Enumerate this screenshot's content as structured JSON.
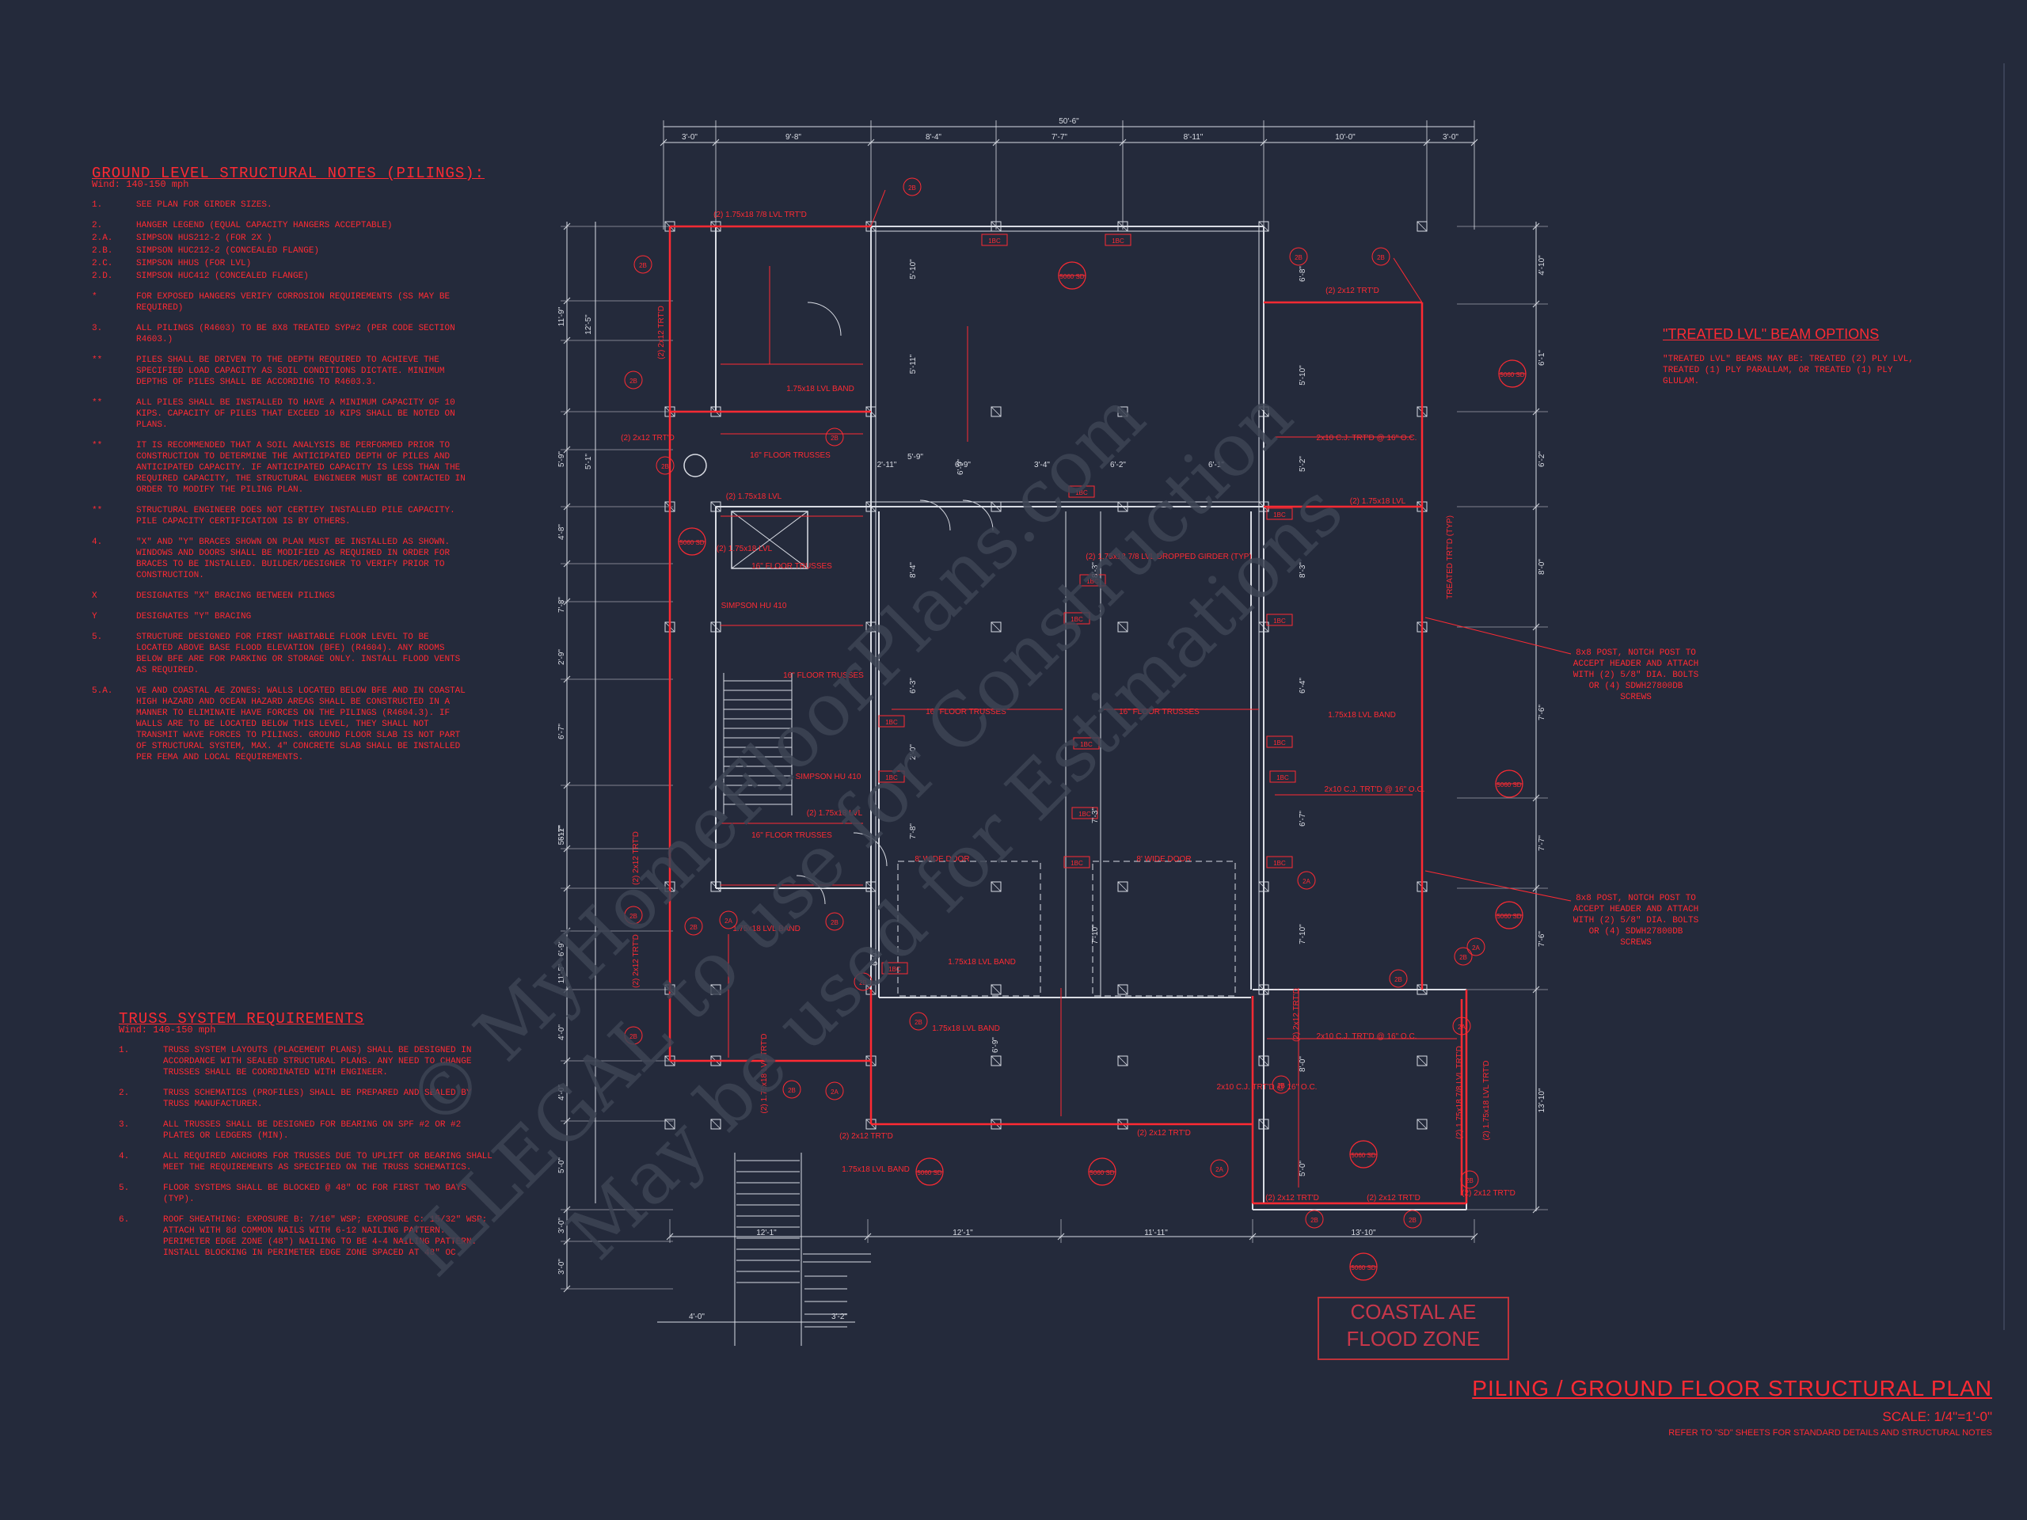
{
  "colors": {
    "background": "#242a3b",
    "red": "#ff2a33",
    "white_lines": "#d9dce4",
    "watermark": "#3d4455"
  },
  "ground_notes": {
    "title": "GROUND LEVEL STRUCTURAL NOTES (PILINGS):",
    "wind": "Wind: 140-150 mph",
    "items": [
      {
        "num": "1.",
        "text": "SEE PLAN FOR GIRDER SIZES."
      },
      {
        "num": "2.",
        "text": "HANGER LEGEND (EQUAL CAPACITY HANGERS ACCEPTABLE)"
      },
      {
        "num": "2.A.",
        "text": "SIMPSON HUS212-2 (FOR 2X )"
      },
      {
        "num": "2.B.",
        "text": "SIMPSON HUC212-2 (CONCEALED FLANGE)"
      },
      {
        "num": "2.C.",
        "text": "SIMPSON HHUS (FOR LVL)"
      },
      {
        "num": "2.D.",
        "text": "SIMPSON HUC412 (CONCEALED FLANGE)"
      },
      {
        "num": "*",
        "text": "FOR EXPOSED HANGERS VERIFY CORROSION REQUIREMENTS (SS MAY BE REQUIRED)"
      },
      {
        "num": "3.",
        "text": "ALL PILINGS (R4603) TO BE 8X8 TREATED SYP#2 (PER CODE SECTION R4603.)"
      },
      {
        "num": "**",
        "text": "PILES SHALL BE DRIVEN TO THE DEPTH REQUIRED TO ACHIEVE THE SPECIFIED LOAD CAPACITY AS SOIL CONDITIONS DICTATE. MINIMUM DEPTHS OF PILES SHALL BE ACCORDING TO R4603.3."
      },
      {
        "num": "**",
        "text": "ALL PILES SHALL BE INSTALLED TO HAVE A MINIMUM CAPACITY OF 10 KIPS. CAPACITY OF PILES THAT EXCEED 10 KIPS SHALL BE NOTED ON PLANS."
      },
      {
        "num": "**",
        "text": "IT IS RECOMMENDED THAT A SOIL ANALYSIS BE PERFORMED PRIOR TO CONSTRUCTION TO DETERMINE THE ANTICIPATED DEPTH OF PILES AND ANTICIPATED CAPACITY. IF ANTICIPATED CAPACITY IS LESS THAN THE REQUIRED CAPACITY, THE STRUCTURAL ENGINEER MUST BE CONTACTED IN ORDER TO MODIFY THE PILING PLAN."
      },
      {
        "num": "**",
        "text": "STRUCTURAL ENGINEER DOES NOT CERTIFY INSTALLED PILE CAPACITY. PILE CAPACITY CERTIFICATION IS BY OTHERS."
      },
      {
        "num": "4.",
        "text": "\"X\" AND \"Y\" BRACES SHOWN ON PLAN MUST BE INSTALLED AS SHOWN. WINDOWS AND DOORS SHALL BE MODIFIED AS REQUIRED IN ORDER FOR BRACES TO BE INSTALLED. BUILDER/DESIGNER TO VERIFY PRIOR TO CONSTRUCTION."
      },
      {
        "num": "X",
        "text": "DESIGNATES \"X\" BRACING BETWEEN PILINGS"
      },
      {
        "num": "Y",
        "text": "DESIGNATES \"Y\" BRACING"
      },
      {
        "num": "5.",
        "text": "STRUCTURE DESIGNED FOR FIRST HABITABLE FLOOR LEVEL TO BE LOCATED ABOVE BASE FLOOD ELEVATION (BFE) (R4604). ANY ROOMS BELOW BFE ARE FOR PARKING OR STORAGE ONLY. INSTALL FLOOD VENTS AS REQUIRED."
      },
      {
        "num": "5.A.",
        "text": "VE AND COASTAL AE ZONES: WALLS LOCATED BELOW BFE AND IN COASTAL HIGH HAZARD AND OCEAN HAZARD AREAS SHALL BE CONSTRUCTED IN A MANNER TO ELIMINATE HAVE FORCES ON THE PILINGS (R4604.3). IF WALLS ARE TO BE LOCATED BELOW THIS LEVEL, THEY SHALL NOT TRANSMIT WAVE FORCES TO PILINGS. GROUND FLOOR SLAB IS NOT PART OF STRUCTURAL SYSTEM, MAX. 4\" CONCRETE SLAB SHALL BE INSTALLED PER FEMA AND LOCAL REQUIREMENTS."
      }
    ]
  },
  "truss_notes": {
    "title": "TRUSS SYSTEM REQUIREMENTS",
    "wind": "Wind: 140-150 mph",
    "items": [
      {
        "num": "1.",
        "text": "TRUSS SYSTEM LAYOUTS (PLACEMENT PLANS) SHALL BE DESIGNED IN ACCORDANCE WITH SEALED STRUCTURAL PLANS. ANY NEED TO CHANGE TRUSSES SHALL BE COORDINATED WITH ENGINEER."
      },
      {
        "num": "2.",
        "text": "TRUSS SCHEMATICS (PROFILES) SHALL BE PREPARED AND SEALED BY TRUSS MANUFACTURER."
      },
      {
        "num": "3.",
        "text": "ALL TRUSSES SHALL BE DESIGNED FOR BEARING ON SPF #2 OR #2 PLATES OR LEDGERS (MIN)."
      },
      {
        "num": "4.",
        "text": "ALL REQUIRED ANCHORS FOR TRUSSES DUE TO UPLIFT OR BEARING SHALL MEET THE REQUIREMENTS AS SPECIFIED ON THE TRUSS SCHEMATICS."
      },
      {
        "num": "5.",
        "text": "FLOOR SYSTEMS SHALL BE BLOCKED @ 48\" OC FOR FIRST TWO BAYS (TYP)."
      },
      {
        "num": "6.",
        "text": "ROOF SHEATHING: EXPOSURE B: 7/16\" WSP; EXPOSURE C: 15/32\" WSP; ATTACH WITH 8d COMMON NAILS WITH 6-12 NAILING PATTERN. PERIMETER EDGE ZONE (48\") NAILING TO BE 4-4 NAILING PATTERN. INSTALL BLOCKING IN PERIMETER EDGE ZONE SPACED AT 48\" OC."
      }
    ]
  },
  "lvl_options": {
    "title": "\"TREATED LVL\" BEAM OPTIONS",
    "text": "\"TREATED LVL\" BEAMS MAY BE: TREATED (2) PLY LVL, TREATED (1) PLY PARALLAM, OR TREATED (1) PLY GLULAM."
  },
  "callouts": {
    "post_notch_1": "8x8 POST, NOTCH POST TO ACCEPT HEADER AND ATTACH WITH (2) 5/8\" DIA. BOLTS OR (4) SDWH27800DB SCREWS",
    "post_notch_2": "8x8 POST, NOTCH POST TO ACCEPT HEADER AND ATTACH WITH (2) 5/8\" DIA. BOLTS OR (4) SDWH27800DB SCREWS"
  },
  "flood_zone": {
    "line1": "COASTAL AE",
    "line2": "FLOOD ZONE"
  },
  "title_block": {
    "title": "PILING / GROUND FLOOR STRUCTURAL PLAN",
    "scale": "SCALE: 1/4\"=1'-0\"",
    "ref": "REFER TO \"SD\" SHEETS FOR STANDARD DETAILS AND STRUCTURAL NOTES"
  },
  "watermark": {
    "line1": "© MyHomeFloorPlans.com",
    "line2": "ILLEGAL to use for Construction",
    "line3": "May be used for Estimations"
  },
  "dims_top": {
    "overall": "50'-6\"",
    "segments": [
      "3'-0\"",
      "9'-8\"",
      "8'-4\"",
      "7'-7\"",
      "8'-11\"",
      "10'-0\"",
      "3'-0\""
    ]
  },
  "dims_bottom": [
    "12'-1\"",
    "12'-1\"",
    "11'-11\"",
    "13'-10\"",
    "4'-0\"",
    "3'-2\""
  ],
  "dims_left": [
    "11'-9\"",
    "12'-5\"",
    "5'-9\"",
    "5'-1\"",
    "4'-8\"",
    "7'-8\"",
    "2'-9\"",
    "6'-7\"",
    "6'-7\"",
    "5'-11\"",
    "6'-9\"",
    "11'-5\"",
    "4'-0\"",
    "4'-0\"",
    "5'-0\"",
    "3'-0\"",
    "3'-0\""
  ],
  "dims_right": [
    "4'-10\"",
    "6'-1\"",
    "6'-2\"",
    "8'-0\"",
    "7'-6\"",
    "7'-7\"",
    "7'-6\"",
    "13'-10\""
  ],
  "dims_interior": [
    "5'-10\"",
    "5'-11\"",
    "6'-9\"",
    "5'-9\"",
    "2'-11\"",
    "6'-9\"",
    "3'-4\"",
    "6'-2\"",
    "6'-1\"",
    "8'-4\"",
    "8'-3\"",
    "6'-3\"",
    "2'-0\"",
    "7'-8\"",
    "7'-3\"",
    "7'-10\"",
    "6'-8\"",
    "5'-10\"",
    "5'-2\"",
    "8'-3\"",
    "6'-4\"",
    "6'-7\"",
    "7'-10\"",
    "8'-0\"",
    "6'-9\"",
    "5'-0\"",
    "6'-9\""
  ],
  "plan_labels": [
    "(2) 1.75x18 7/8 LVL TRT'D",
    "(2) 2x12 TRT'D",
    "1.75x18 LVL BAND",
    "(2) 2x12 TRT'D",
    "16\" FLOOR TRUSSES",
    "(2) 1.75x18 LVL",
    "(2) 1.75x18 LVL",
    "SIMPSON HU 410",
    "16\" FLOOR TRUSSES",
    "SIMPSON HU 410",
    "(2) 1.75x18 LVL",
    "16\" FLOOR TRUSSES",
    "1.75x18 LVL BAND",
    "(2) 2x12 TRT'D",
    "(2) 2x12 TRT'D",
    "(2) 1.75x18 LVL TRT'D",
    "2x10 C.J. TRT'D @ 16\" O.C.",
    "(2) 1.75x18 LVL",
    "1.75x18 LVL BAND",
    "(2) 2x12 TRT'D",
    "(2) 2x12 TRT'D",
    "16\" FLOOR TRUSSES",
    "16\" FLOOR TRUSSES",
    "16\" FLOOR TRUSSES",
    "(2) 1.75x18 7/8 LVL DROPPED GIRDER (TYP)",
    "2x10 C.J. TRT'D @ 16\" O.C.",
    "(2) 2x12 TRT'D",
    "2x10 C.J. TRT'D @ 16\" O.C.",
    "1.75x18 LVL BAND",
    "2x10 C.J. TRT'D @ 16\" O.C.",
    "(2) 2x12 TRT'D",
    "(2) 2x12 TRT'D",
    "(2) 2x12 TRT'D",
    "(2) 2x12 TRT'D",
    "(2) 1.75x18 LVL TRT'D",
    "(2) 1.75x18 7/8 LVL TRT'D",
    "8' WIDE DOOR",
    "8' WIDE DOOR",
    "1.75x18 LVL BAND",
    "TREATED TRT'D (TYP)",
    "1.75x18 LVL BAND"
  ],
  "tags_small": [
    "1BC",
    "1BC",
    "1BC",
    "1BC",
    "1BC",
    "1BC",
    "1BC",
    "1BC",
    "1BC",
    "1BC",
    "1BC",
    "1BC",
    "1BC",
    "1BC",
    "1BC",
    "1BC"
  ],
  "details": [
    "5060 SD",
    "5060 SD",
    "5060 SD",
    "5060 SD",
    "5060 SD",
    "5060 SD",
    "5060 SD",
    "5060 SD",
    "5060 SD"
  ],
  "bubbles_2b": [
    "2B",
    "2B",
    "2B",
    "2B",
    "2B",
    "2B",
    "2B",
    "2B",
    "2B",
    "2B",
    "2B",
    "2B",
    "2B",
    "2B",
    "2B",
    "2B",
    "2B",
    "2B",
    "2B",
    "2B"
  ],
  "bubbles_2a": [
    "2A",
    "2A",
    "2A",
    "2A",
    "2A",
    "2A"
  ]
}
